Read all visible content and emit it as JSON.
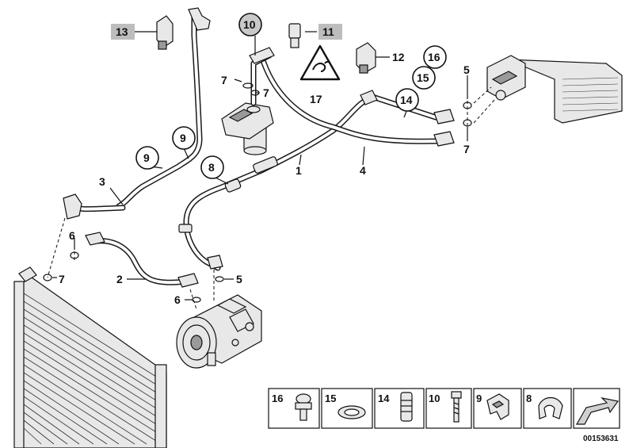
{
  "diagram": {
    "callouts": {
      "c1": "1",
      "c2": "2",
      "c3": "3",
      "c4": "4",
      "c5a": "5",
      "c5b": "5",
      "c6a": "6",
      "c6b": "6",
      "c7a": "7",
      "c7b": "7",
      "c7c": "7",
      "c7d": "7",
      "c8": "8",
      "c9a": "9",
      "c9b": "9",
      "c10": "10",
      "c11": "11",
      "c12": "12",
      "c13": "13",
      "c14": "14",
      "c15": "15",
      "c16": "16",
      "c17": "17"
    },
    "legend": {
      "items": [
        {
          "num": "16"
        },
        {
          "num": "15"
        },
        {
          "num": "14"
        },
        {
          "num": "10"
        },
        {
          "num": "9"
        },
        {
          "num": "8"
        }
      ]
    },
    "reference_code": "00153631"
  }
}
